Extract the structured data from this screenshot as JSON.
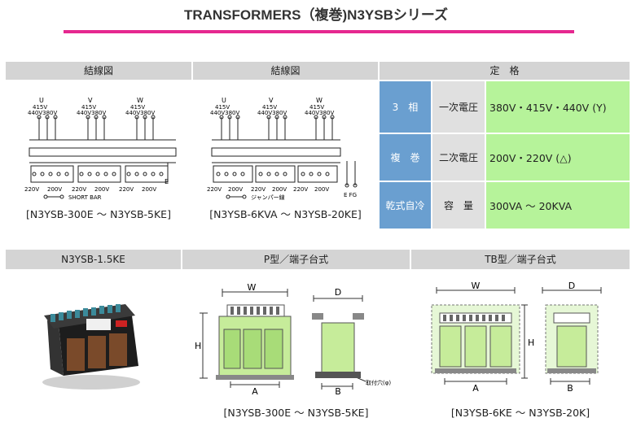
{
  "page_title": "TRANSFORMERS（複巻)N3YSBシリーズ",
  "top_headers": [
    "結線図",
    "結線図",
    "定　格"
  ],
  "wiring": {
    "phases": [
      "U",
      "V",
      "W"
    ],
    "voltages_top": [
      "415V",
      "440V380V"
    ],
    "voltages_bottom": [
      "220V",
      "200V"
    ],
    "short_bar": "SHORT BAR",
    "jumper": "ジャンパー線",
    "e_label": "E",
    "fg_label": "E  FG",
    "caption_left": "[N3YSB-300E ～ N3YSB-5KE]",
    "caption_right": "[N3YSB-6KVA ～ N3YSB-20KE]"
  },
  "specs": [
    {
      "label": "3　相",
      "name": "一次電圧",
      "value": "380V・415V・440V (Y)"
    },
    {
      "label": "複　巻",
      "name": "二次電圧",
      "value": "200V・220V (△)"
    },
    {
      "label": "乾式自冷",
      "name": "容　量",
      "value": "300VA ～ 20KVA"
    }
  ],
  "bottom_headers": [
    "N3YSB-1.5KE",
    "P型／端子台式",
    "TB型／端子台式"
  ],
  "dims": {
    "w": "W",
    "d": "D",
    "h": "H",
    "a": "A",
    "b": "B",
    "hole": "取付穴(φ)"
  },
  "bottom_captions": [
    "[N3YSB-300E ～ N3YSB-5KE]",
    "[N3YSB-6KE ～ N3YSB-20K]"
  ],
  "colors": {
    "accent": "#e5278f",
    "label_blue": "#6a9fd0",
    "value_green": "#b6f39a",
    "header_gray": "#d4d4d4"
  }
}
